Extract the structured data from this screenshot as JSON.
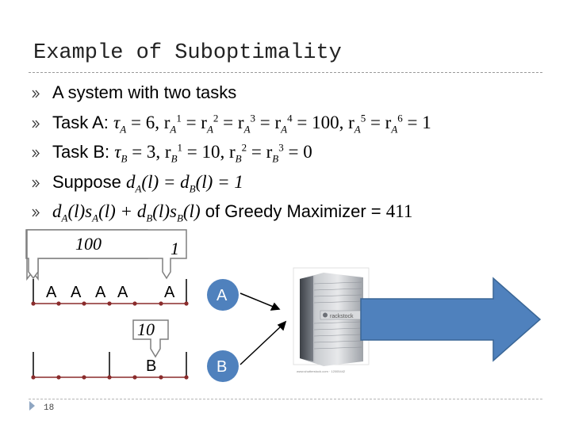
{
  "slide": {
    "title": "Example of Suboptimality",
    "number": "18"
  },
  "bullets": {
    "b1": "A system with two tasks",
    "b2": {
      "prefix": "Task A: ",
      "tau": "τ",
      "tau_sub": "A",
      "eq1": " = 6, r",
      "s1": "A",
      "p1": "1",
      "mid1": " = r",
      "s2": "A",
      "p2": "2",
      "mid2": " = r",
      "s3": "A",
      "p3": "3",
      "mid3": " = r",
      "s4": "A",
      "p4": "4",
      "mid4": " = 100, r",
      "s5": "A",
      "p5": "5",
      "mid5": " = r",
      "s6": "A",
      "p6": "6",
      "end": " = 1"
    },
    "b3": {
      "prefix": "Task B: ",
      "tau": "τ",
      "tau_sub": "B",
      "eq1": " = 3, r",
      "s1": "B",
      "p1": "1",
      "mid1": " = 10, r",
      "s2": "B",
      "p2": "2",
      "mid2": " = r",
      "s3": "B",
      "p3": "3",
      "end": " = 0"
    },
    "b4": {
      "prefix": "Suppose ",
      "d1": "d",
      "d1s": "A",
      "arg1": "(l) = ",
      "d2": "d",
      "d2s": "B",
      "arg2": "(l) = 1"
    },
    "b5": {
      "d1": "d",
      "d1s": "A",
      "a1": "(l)s",
      "a1s": "A",
      "a1e": "(l) + ",
      "d2": "d",
      "d2s": "B",
      "a2": "(l)s",
      "a2s": "B",
      "a2e": "(l)",
      "suffix": " of Greedy Maximizer = ",
      "value": "411"
    }
  },
  "diagram": {
    "box_value_left": "100",
    "box_value_right": "1",
    "timeline_a_labels": [
      "A",
      "A",
      "A",
      "A",
      "A"
    ],
    "box_value_b": "10",
    "timeline_b_label": "B",
    "circle_a": "A",
    "circle_b": "B",
    "image_caption": "www.shutterstock.com · 12005442",
    "server_brand": "rackstock",
    "colors": {
      "timeline": "#8a2b2b",
      "dot": "#8a2b2b",
      "arrow_fill": "#4f81bd",
      "arrow_stroke": "#3a6696",
      "circle_fill": "#4f81bd",
      "box_stroke": "#7f7f7f"
    }
  }
}
